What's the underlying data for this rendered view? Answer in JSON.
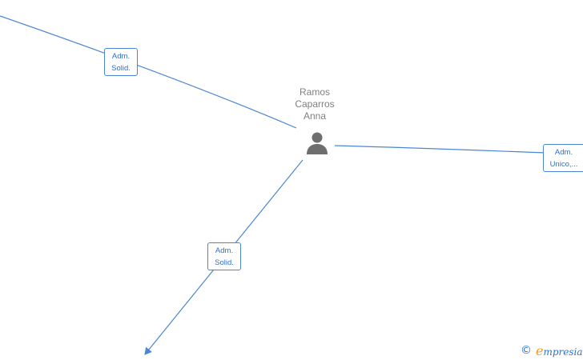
{
  "node": {
    "name_lines": [
      "Ramos",
      "Caparros",
      "Anna"
    ],
    "icon": "person-icon"
  },
  "edges": [
    {
      "label_lines": [
        "Adm.",
        "Solid."
      ]
    },
    {
      "label_lines": [
        "Adm.",
        "Unico,..."
      ]
    },
    {
      "label_lines": [
        "Adm.",
        "Solid."
      ]
    }
  ],
  "colors": {
    "edge": "#4a86d4",
    "label_text": "#2f6fc8",
    "node_text": "#808080",
    "icon": "#6e6e6e",
    "brand_accent": "#f19a1d"
  },
  "watermark": {
    "symbol": "©",
    "brand_initial": "e",
    "brand_rest": "mpresia"
  }
}
